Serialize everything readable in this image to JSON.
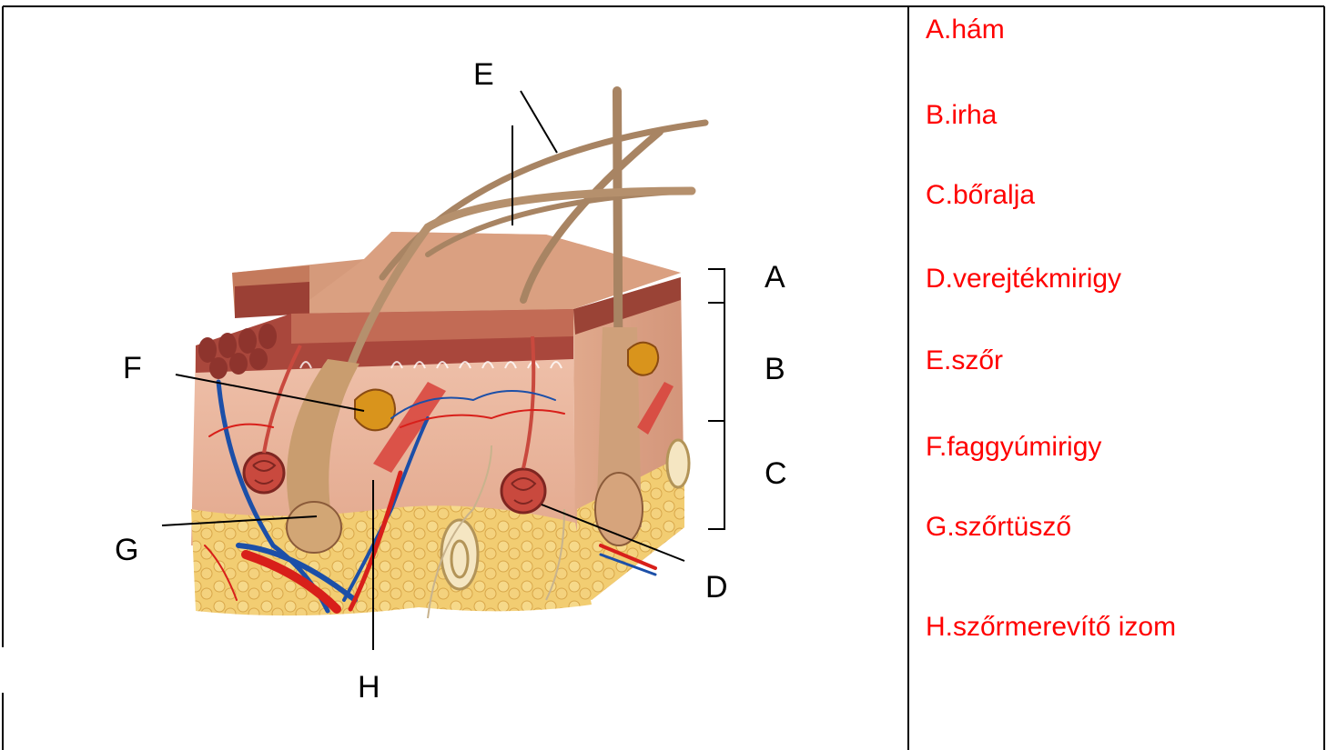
{
  "diagram": {
    "letters": {
      "A": "A",
      "B": "B",
      "C": "C",
      "D": "D",
      "E": "E",
      "F": "F",
      "G": "G",
      "H": "H"
    }
  },
  "answers": [
    "A.hám",
    "B.irha",
    "C.bőralja",
    "D.verejtékmirigy",
    "E.szőr",
    "F.faggyúmirigy",
    "G.szőrtüsző",
    "H.szőrmerevítő izom"
  ],
  "colors": {
    "answer_text": "#ff0000",
    "epidermis": "#c98b6e",
    "epidermis_dark": "#8f3a34",
    "dermis": "#e7b39d",
    "subcutis": "#efc768",
    "artery": "#d81f1a",
    "vein": "#1c4fa8",
    "gland": "#c9493e",
    "sebaceous": "#d9941c",
    "hair": "#b08a67"
  },
  "icons": [
    "skin-cross-section-illustration"
  ]
}
